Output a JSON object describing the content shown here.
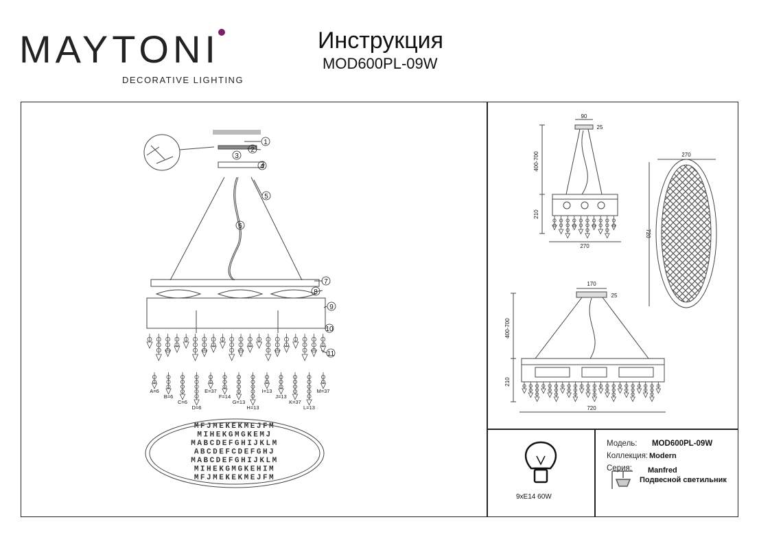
{
  "header": {
    "brand": "MAYTONI",
    "brand_tagline": "DECORATIVE LIGHTING",
    "title": "Инструкция",
    "model": "MOD600PL-09W"
  },
  "assembly": {
    "callouts": [
      "1",
      "2",
      "3",
      "4",
      "5",
      "6",
      "7",
      "8",
      "9",
      "10",
      "11"
    ],
    "crystals": [
      {
        "label": "A=6"
      },
      {
        "label": "B=6"
      },
      {
        "label": "C=6"
      },
      {
        "label": "D=6"
      },
      {
        "label": "E=37"
      },
      {
        "label": "F=14"
      },
      {
        "label": "G=13"
      },
      {
        "label": "H=13"
      },
      {
        "label": "I=13"
      },
      {
        "label": "J=13"
      },
      {
        "label": "K=37"
      },
      {
        "label": "L=13"
      },
      {
        "label": "M=37"
      }
    ],
    "layout_rows": [
      "MFJMEKEKMEJFM",
      "MIHEKGMGKEMJ",
      "MABCDEFGHIJKLM",
      "ABCDEFCDEFGHJ",
      "MABCDEFGHIJKLM",
      "MIHEKGMGKEHIM",
      "MFJMEKEKMEJFM"
    ]
  },
  "dimensions": {
    "side": {
      "top_width": "90",
      "top_height": "25",
      "drop": "400-700",
      "body_height": "210",
      "width": "270"
    },
    "top_view": {
      "width": "270",
      "length": "720"
    },
    "front": {
      "top_width": "170",
      "top_height": "25",
      "drop": "400-700",
      "body_height": "210",
      "width": "720"
    }
  },
  "specs": {
    "bulb": "9xE14 60W",
    "model_label": "Модель:",
    "model_value": "MOD600PL-09W",
    "collection_label": "Коллекция:",
    "collection_value": "Modern",
    "series_label": "Серия:",
    "series_value": "Manfred",
    "type_value": "Подвесной светильник"
  }
}
